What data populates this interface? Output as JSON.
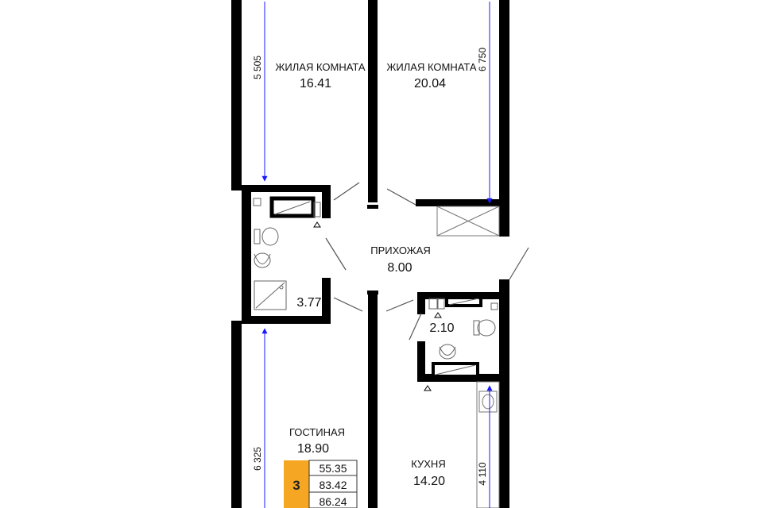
{
  "rooms": {
    "bedroom_left": {
      "name": "ЖИЛАЯ КОМНАТА",
      "area": "16.41"
    },
    "bedroom_right": {
      "name": "ЖИЛАЯ КОМНАТА",
      "area": "20.04"
    },
    "hallway": {
      "name": "ПРИХОЖАЯ",
      "area": "8.00"
    },
    "bathroom": {
      "area": "3.77"
    },
    "wc": {
      "area": "2.10"
    },
    "living": {
      "name": "ГОСТИНАЯ",
      "area": "18.90"
    },
    "kitchen": {
      "name": "КУХНЯ",
      "area": "14.20"
    }
  },
  "dimensions": {
    "left_top": "5 505",
    "right_top": "6 750",
    "left_bottom": "6 325",
    "right_bottom": "4 110"
  },
  "badge": {
    "rooms_count": "3",
    "living_area": "55.35",
    "total_area": "83.42",
    "total_area_balcony": "86.24"
  },
  "colors": {
    "wall": "#000000",
    "dimension_line": "#1a1aff",
    "badge_accent": "#f5a623"
  }
}
